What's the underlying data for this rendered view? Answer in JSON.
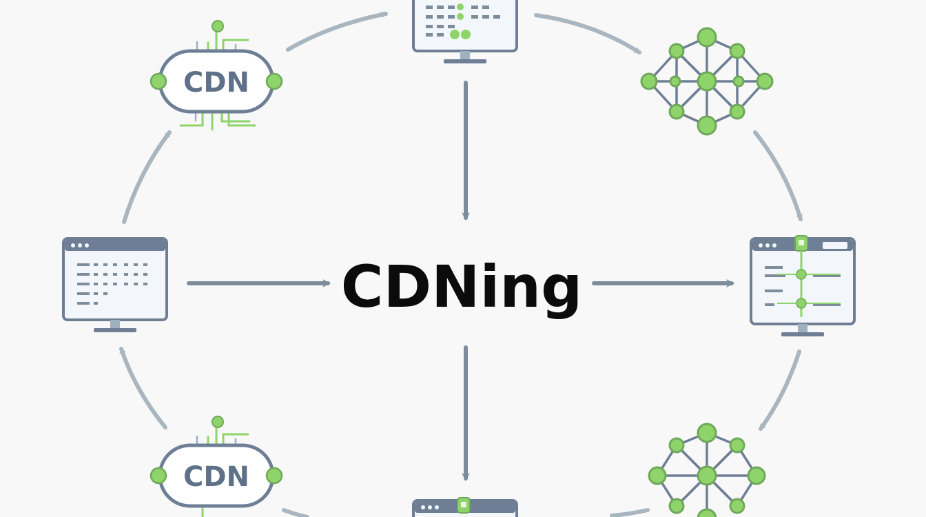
{
  "center": {
    "title": "CDNing"
  },
  "nodes": {
    "cdn_top": {
      "label": "CDN",
      "icon": "cdn-pill-icon"
    },
    "cdn_bottom": {
      "label": "CDN",
      "icon": "cdn-pill-icon"
    },
    "monitor_top": {
      "icon": "monitor-dashboard-icon"
    },
    "monitor_left": {
      "icon": "monitor-dashboard-icon"
    },
    "monitor_right": {
      "icon": "monitor-dashboard-icon"
    },
    "monitor_bottom": {
      "icon": "monitor-dashboard-icon"
    },
    "network_top": {
      "icon": "network-graph-icon"
    },
    "network_bottom": {
      "icon": "network-graph-icon"
    }
  },
  "colors": {
    "background": "#f7f8f7",
    "slate": "#6e7f95",
    "slate_light": "#9fb0be",
    "arrow_curved": "#a9b6bf",
    "arrow_straight": "#7c8c9a",
    "green": "#8fd46a",
    "green_stroke": "#6fa85a",
    "screen_fill": "#f3f6fa",
    "title": "#0b0b0b"
  }
}
